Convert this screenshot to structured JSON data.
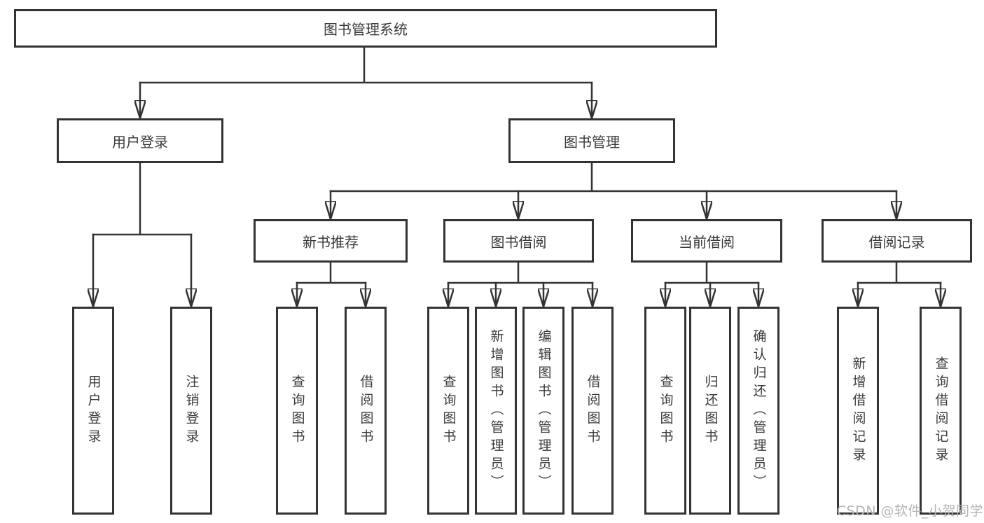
{
  "diagram_type": "hierarchy",
  "root": {
    "label": "图书管理系统"
  },
  "level2": [
    {
      "label": "用户登录"
    },
    {
      "label": "图书管理"
    }
  ],
  "level3": [
    {
      "label": "新书推荐",
      "parent": "图书管理"
    },
    {
      "label": "图书借阅",
      "parent": "图书管理"
    },
    {
      "label": "当前借阅",
      "parent": "图书管理"
    },
    {
      "label": "借阅记录",
      "parent": "图书管理"
    }
  ],
  "leaves": [
    {
      "label": "用户登录",
      "parent": "用户登录"
    },
    {
      "label": "注销登录",
      "parent": "用户登录"
    },
    {
      "label": "查询图书",
      "parent": "新书推荐"
    },
    {
      "label": "借阅图书",
      "parent": "新书推荐"
    },
    {
      "label": "查询图书",
      "parent": "图书借阅"
    },
    {
      "label": "新增图书（管理员）",
      "parent": "图书借阅"
    },
    {
      "label": "编辑图书（管理员）",
      "parent": "图书借阅"
    },
    {
      "label": "借阅图书",
      "parent": "图书借阅"
    },
    {
      "label": "查询图书",
      "parent": "当前借阅"
    },
    {
      "label": "归还图书",
      "parent": "当前借阅"
    },
    {
      "label": "确认归还（管理员）",
      "parent": "当前借阅"
    },
    {
      "label": "新增借阅记录",
      "parent": "借阅记录"
    },
    {
      "label": "查询借阅记录",
      "parent": "借阅记录"
    }
  ],
  "watermark": "CSDN @软件_小贺同学",
  "colors": {
    "line": "#333333",
    "text": "#3a3a3a",
    "watermark": "#b5b5b5",
    "background": "#ffffff"
  }
}
